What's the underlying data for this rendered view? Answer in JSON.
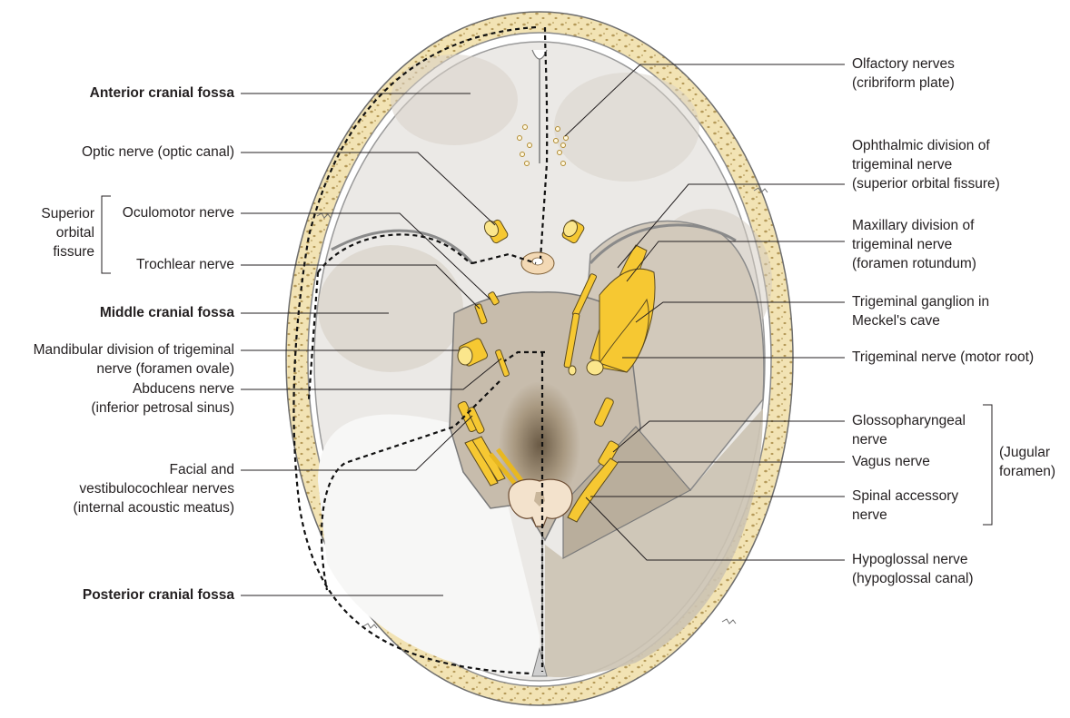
{
  "labels_left": {
    "anterior_fossa": "Anterior cranial fossa",
    "optic_nerve": "Optic nerve (optic canal)",
    "superior_orbital_fissure": [
      "Superior",
      "orbital",
      "fissure"
    ],
    "oculomotor_nerve": "Oculomotor nerve",
    "trochlear_nerve": "Trochlear nerve",
    "middle_fossa": "Middle cranial fossa",
    "mandibular_division": [
      "Mandibular division of trigeminal",
      "nerve (foramen ovale)"
    ],
    "abducens_nerve": [
      "Abducens nerve",
      "(inferior petrosal sinus)"
    ],
    "facial_vestibulocochlear": [
      "Facial and",
      "vestibulocochlear nerves",
      "(internal acoustic meatus)"
    ],
    "posterior_fossa": "Posterior cranial fossa"
  },
  "labels_right": {
    "olfactory_nerves": [
      "Olfactory nerves",
      "(cribriform plate)"
    ],
    "ophthalmic_division": [
      "Ophthalmic division of",
      "trigeminal nerve",
      "(superior orbital fissure)"
    ],
    "maxillary_division": [
      "Maxillary division of",
      "trigeminal nerve",
      "(foramen rotundum)"
    ],
    "trigeminal_ganglion": [
      "Trigeminal ganglion in",
      "Meckel's cave"
    ],
    "trigeminal_motor_root": "Trigeminal nerve (motor root)",
    "glossopharyngeal_nerve": [
      "Glossopharyngeal",
      "nerve"
    ],
    "vagus_nerve": "Vagus nerve",
    "spinal_accessory_nerve": [
      "Spinal accessory",
      "nerve"
    ],
    "jugular_foramen": [
      "(Jugular",
      "foramen)"
    ],
    "hypoglossal_nerve": [
      "Hypoglossal nerve",
      "(hypoglossal canal)"
    ]
  },
  "colors": {
    "bone": "#f2e3b4",
    "bone_dots": "#b59a5a",
    "fossa_floor": "#ebe9e6",
    "shading": "#c7bcac",
    "nerve": "#f6c832",
    "outline": "#7a7a7a"
  }
}
